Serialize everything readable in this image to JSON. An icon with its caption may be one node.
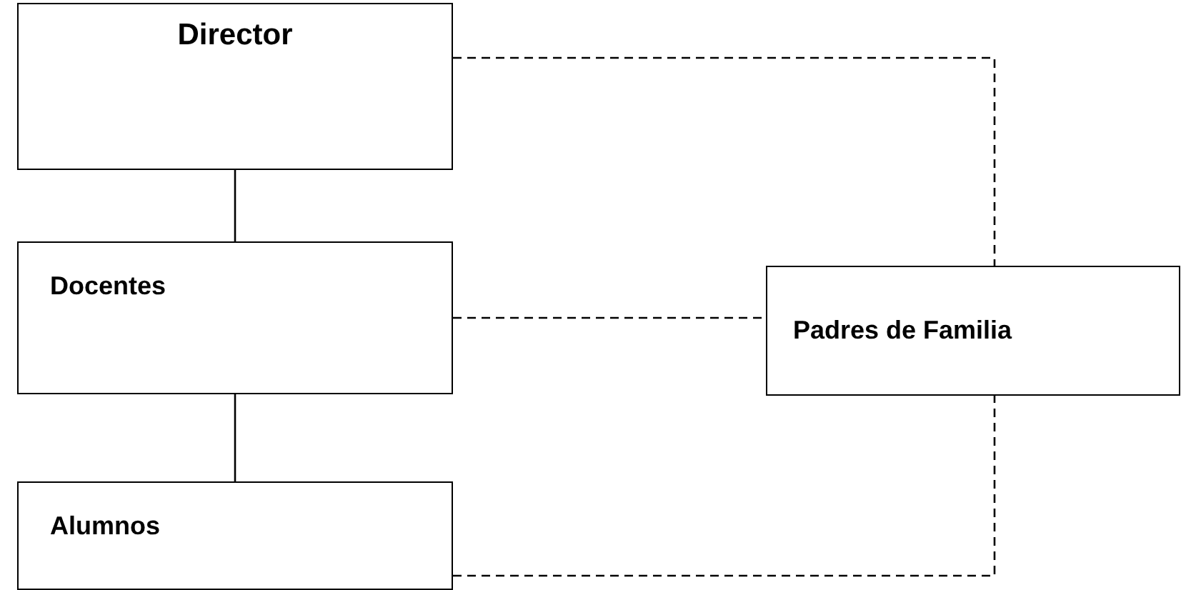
{
  "diagram": {
    "nodes": [
      {
        "text": [
          "Director"
        ]
      },
      {
        "text": [
          "Docentes"
        ]
      },
      {
        "text": [
          "Alumnos"
        ]
      },
      {
        "text": [
          "Padres de Familia"
        ]
      }
    ],
    "edges": [
      {
        "from": 0,
        "to": 1,
        "arrow": "none"
      },
      {
        "from": 1,
        "to": 2,
        "arrow": "none"
      },
      {
        "from": 0,
        "to": 3,
        "arrow": "none",
        "style": "dashed"
      },
      {
        "from": 1,
        "to": 3,
        "arrow": "none",
        "style": "dashed"
      },
      {
        "from": 2,
        "to": 3,
        "arrow": "none",
        "style": "dashed"
      }
    ]
  }
}
